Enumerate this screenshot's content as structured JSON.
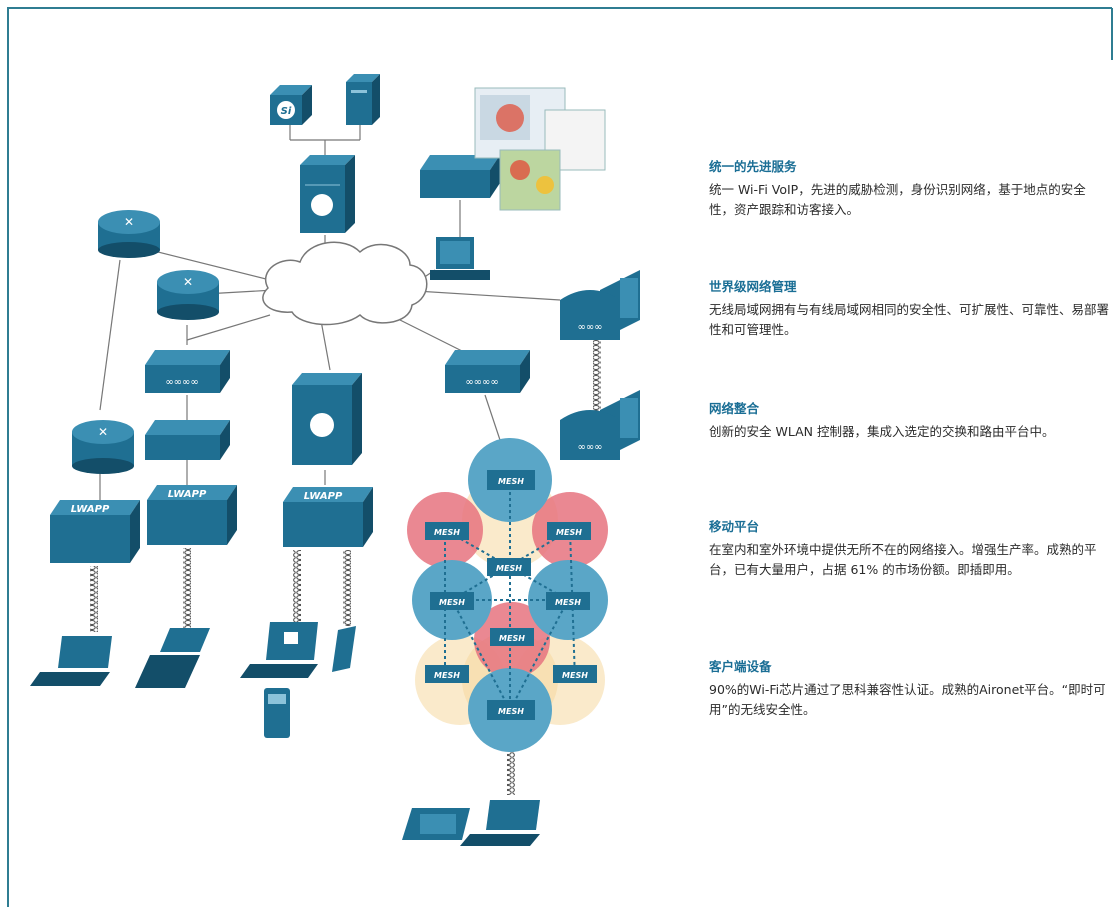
{
  "colors": {
    "border": "#2f7d92",
    "device": "#1f6f92",
    "device_top": "#3b8fb3",
    "device_dark": "#134e69",
    "mesh_blue": "#5aa6c7",
    "mesh_red": "#e6737f",
    "mesh_cream": "#f6dca8",
    "heading": "#1a6e95"
  },
  "diagram": {
    "lwapp_label": "LWAPP",
    "mesh_label": "MESH",
    "si_label": "Si"
  },
  "sections": [
    {
      "title": "统一的先进服务",
      "body": "统一 Wi-Fi VoIP，先进的威胁检测，身份识别网络，基于地点的安全性，资产跟踪和访客接入。"
    },
    {
      "title": "世界级网络管理",
      "body": "无线局域网拥有与有线局域网相同的安全性、可扩展性、可靠性、易部署性和可管理性。"
    },
    {
      "title": "网络整合",
      "body": "创新的安全 WLAN 控制器，集成入选定的交换和路由平台中。"
    },
    {
      "title": "移动平台",
      "body": "在室内和室外环境中提供无所不在的网络接入。增强生产率。成熟的平台，已有大量用户，占据 61% 的市场份额。即插即用。"
    },
    {
      "title": "客户端设备",
      "body": "90%的Wi-Fi芯片通过了思科兼容性认证。成熟的Aironet平台。“即时可用”的无线安全性。"
    }
  ]
}
